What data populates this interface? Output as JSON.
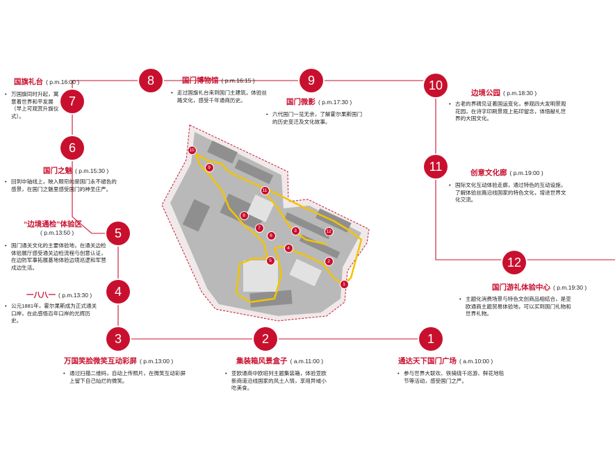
{
  "colors": {
    "accent": "#c8102e",
    "text": "#222222",
    "route": "#f2c400"
  },
  "stops": [
    {
      "n": "1",
      "title": "通达天下国门广场",
      "time": "( a.m.10:00 )",
      "desc": "参与世界大联欢、铁骑绕千巡游、鲜花地毯节等活动，感受国门之严。"
    },
    {
      "n": "2",
      "title": "集装箱风景盒子",
      "time": "( a.m.11:00 )",
      "desc": "亚欧通商中欧班列主题集装箱，体验亚欧新商道沿线国家的风土人情，享用异域小吃美食。"
    },
    {
      "n": "3",
      "title": "万国笑脸微笑互动彩屏",
      "time": "( p.m.13:00 )",
      "desc": "通过扫描二维码，自动上传照片，在微笑互动彩屏上留下自己灿烂的微笑。"
    },
    {
      "n": "4",
      "title": "一八八一",
      "time": "( p.m.13:30 )",
      "desc": "公元1881年，霍尔果斯成为正式通关口岸，在此感悟百年口岸的光辉历史。"
    },
    {
      "n": "5",
      "title": "“边境通检”体验区",
      "time": "( p.m.13:50 )",
      "desc": "国门通关文化的主要体验地，在通关边检体验展厅感受通关边检流程与创意认证，在边防军事拓展基地体验边境巡逻和军营戍边生活。"
    },
    {
      "n": "6",
      "title": "国门之魅",
      "time": "( p.m.15:30 )",
      "desc": "回到中轴线上，映入眼帘的是国门永不褪色的感景，在国门之魅里感受国门的神圣庄严。"
    },
    {
      "n": "7",
      "title": "国旗礼台",
      "time": "( p.m.16:00 )",
      "desc": "万国旗同时升起，寓意着世界和平发展（早上可观赏升旗仪式）。"
    },
    {
      "n": "8",
      "title": "国门博物馆",
      "time": "( p.m.16:15 )",
      "desc": "走过国旗礼台来到国门主建筑，体验丝路文化，感受千年通商历史。"
    },
    {
      "n": "9",
      "title": "国门微影",
      "time": "( p.m.17:30 )",
      "desc": "六代国门一览无余，了解霍尔果斯国门的历史变迁及文化故事。"
    },
    {
      "n": "10",
      "title": "边境公园",
      "time": "( p.m.18:30 )",
      "desc": "古老的界碑见证着国运变化，参观四大发明景观花园，在诗字印刷景观上拓印留念，体悟献礼世界的大国文化。"
    },
    {
      "n": "11",
      "title": "创意文化廊",
      "time": "( p.m.19:00 )",
      "desc": "国际文化互动体验走廊，通过特色的互动设施，了解体验丝路沿线国家的特色文化，增进世界文化交流。"
    },
    {
      "n": "12",
      "title": "国门游礼体验中心",
      "time": "( p.m.19:30 )",
      "desc": "主题化消费场景与特色文创商品相结合，是亚欧通商主题贸易体验地，可以买到国门礼物和世界礼物。"
    }
  ]
}
